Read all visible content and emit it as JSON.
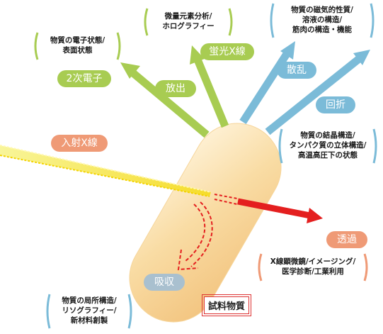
{
  "labels": {
    "incident_xray": "入射X線",
    "electron": "2次電子",
    "emission": "放出",
    "fluorescence": "蛍光X線",
    "scattering": "散乱",
    "diffraction": "回折",
    "transmission": "透過",
    "absorption": "吸収",
    "sample": "試料物質"
  },
  "notes": {
    "electron": [
      "物質の電子状態/",
      "表面状態"
    ],
    "fluorescence": [
      "微量元素分析/",
      "ホログラフィー"
    ],
    "scattering": [
      "物質の磁気的性質/",
      "溶液の構造/",
      "筋肉の構造・機能"
    ],
    "diffraction": [
      "物質の結晶構造/",
      "タンパク質の立体構造/",
      "高温高圧下の状態"
    ],
    "transmission": [
      "X線顕微鏡/イメージング/",
      "医学診断/工業利用"
    ],
    "absorption": [
      "物質の局所構造/",
      "リソグラフィー/",
      "新材料創製"
    ]
  },
  "colors": {
    "green": "#a8cc52",
    "blue": "#7bbbd8",
    "orange": "#ef9a76",
    "red": "#e41f1f",
    "yellow": "#f7e64a",
    "sample": "#f8d79b"
  }
}
